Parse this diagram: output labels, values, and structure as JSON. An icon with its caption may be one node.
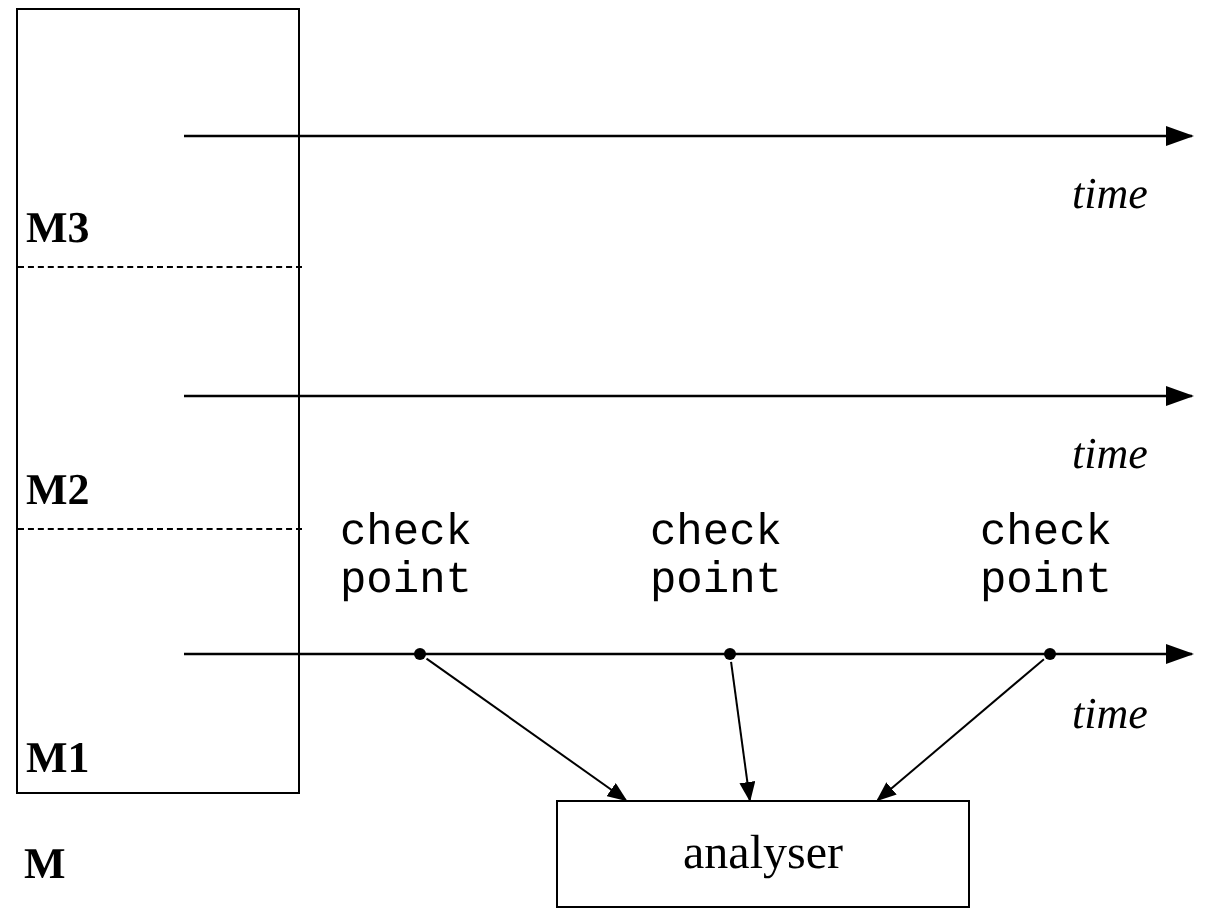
{
  "diagram": {
    "nodes": [
      {
        "text": [
          "M"
        ]
      },
      {
        "text": [
          "M3"
        ],
        "in": 0
      },
      {
        "text": [
          "M2"
        ],
        "in": 0
      },
      {
        "text": [
          "M1"
        ],
        "in": 0
      },
      {
        "text": [],
        "shape": "circle"
      },
      {
        "text": [],
        "shape": "circle"
      },
      {
        "text": [],
        "shape": "circle"
      },
      {
        "text": [
          "analyser"
        ]
      }
    ],
    "edges": [
      {
        "from": 4,
        "to": 7,
        "arrow": "to"
      },
      {
        "from": 5,
        "to": 7,
        "arrow": "to"
      },
      {
        "from": 6,
        "to": 7,
        "arrow": "to"
      }
    ],
    "labels": [
      "time",
      "time",
      "check point",
      "check point",
      "check point",
      "time"
    ]
  }
}
